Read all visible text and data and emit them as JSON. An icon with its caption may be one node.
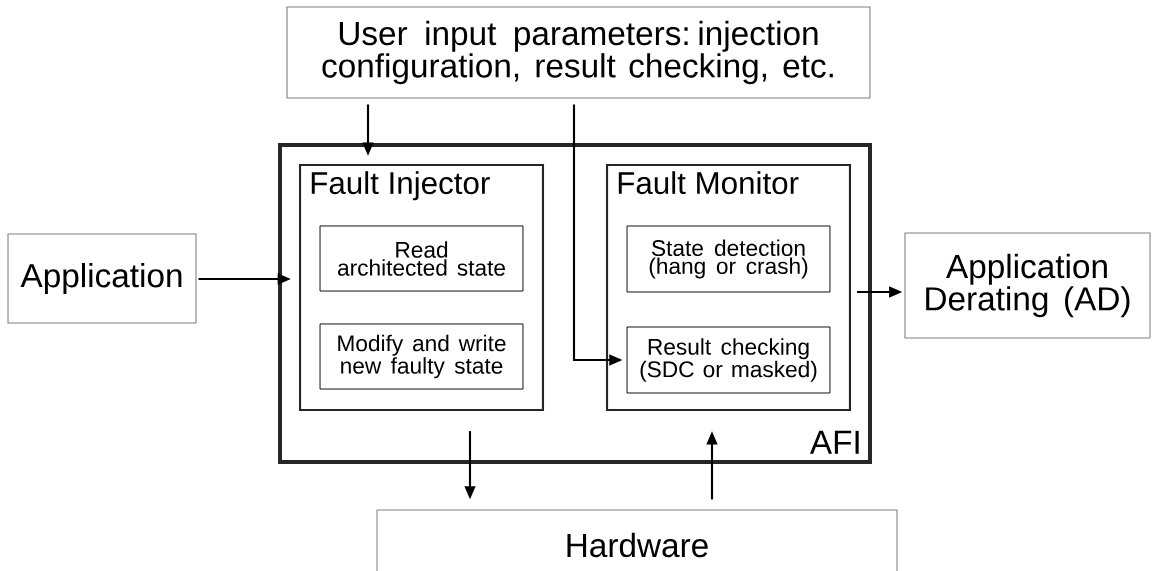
{
  "diagram": {
    "nodes": [
      {
        "text": [
          "User input parameters: injection configuration, result checking, etc."
        ]
      },
      {
        "text": [
          "AFI"
        ]
      },
      {
        "text": [
          "Fault Injector"
        ],
        "in": 1
      },
      {
        "text": [
          "Read architected state"
        ],
        "in": 2
      },
      {
        "text": [
          "Modify and write new faulty state"
        ],
        "in": 2
      },
      {
        "text": [
          "Fault Monitor"
        ],
        "in": 1
      },
      {
        "text": [
          "State detection (hang or crash)"
        ],
        "in": 5
      },
      {
        "text": [
          "Result checking (SDC or masked)"
        ],
        "in": 5
      },
      {
        "text": [
          "Application"
        ]
      },
      {
        "text": [
          "Application Derating (AD)"
        ]
      },
      {
        "text": [
          "Hardware"
        ]
      }
    ],
    "edges": [
      {
        "from": 0,
        "to": 2,
        "arrow": "to"
      },
      {
        "from": 0,
        "to": 7,
        "arrow": "to"
      },
      {
        "from": 8,
        "to": 2,
        "arrow": "to"
      },
      {
        "from": 5,
        "to": 9,
        "arrow": "to"
      },
      {
        "from": 2,
        "to": 10,
        "arrow": "to"
      },
      {
        "from": 10,
        "to": 5,
        "arrow": "to"
      }
    ]
  }
}
